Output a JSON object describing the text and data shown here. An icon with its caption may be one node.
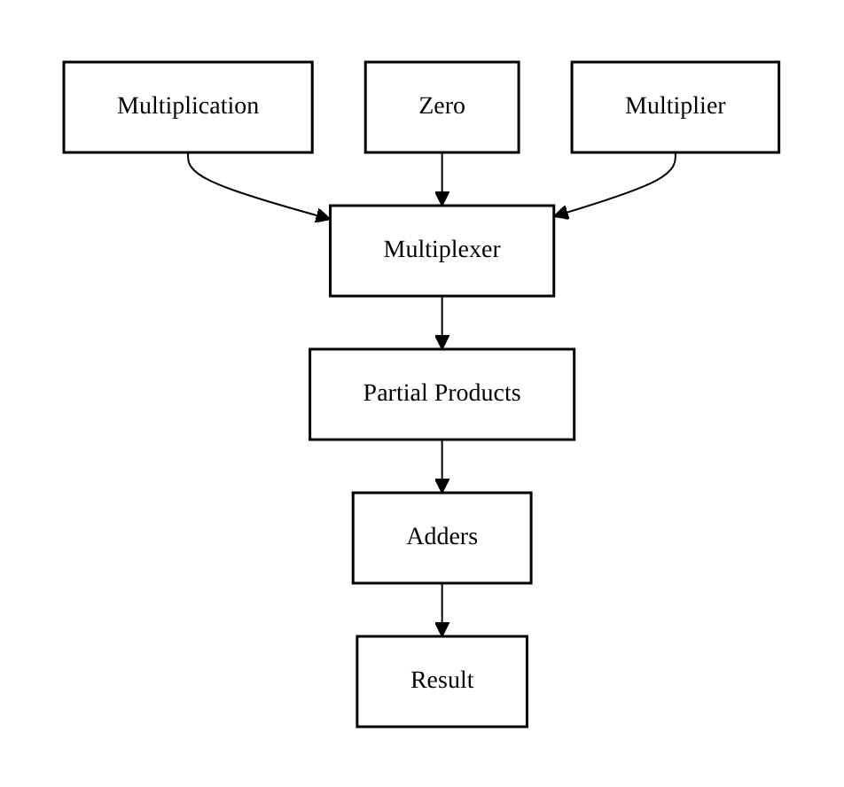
{
  "diagram": {
    "nodes": [
      {
        "text": [
          "Multiplication"
        ]
      },
      {
        "text": [
          "Zero"
        ]
      },
      {
        "text": [
          "Multiplexer"
        ]
      },
      {
        "text": [
          "Multiplier"
        ]
      },
      {
        "text": [
          "Partial Products"
        ]
      },
      {
        "text": [
          "Adders"
        ]
      },
      {
        "text": [
          "Result"
        ]
      }
    ],
    "edges": [
      {
        "from": 0,
        "to": 2,
        "arrow": "to"
      },
      {
        "from": 1,
        "to": 2,
        "arrow": "to"
      },
      {
        "from": 3,
        "to": 2,
        "arrow": "to"
      },
      {
        "from": 2,
        "to": 4,
        "arrow": "to"
      },
      {
        "from": 4,
        "to": 5,
        "arrow": "to"
      },
      {
        "from": 5,
        "to": 6,
        "arrow": "to"
      }
    ]
  }
}
